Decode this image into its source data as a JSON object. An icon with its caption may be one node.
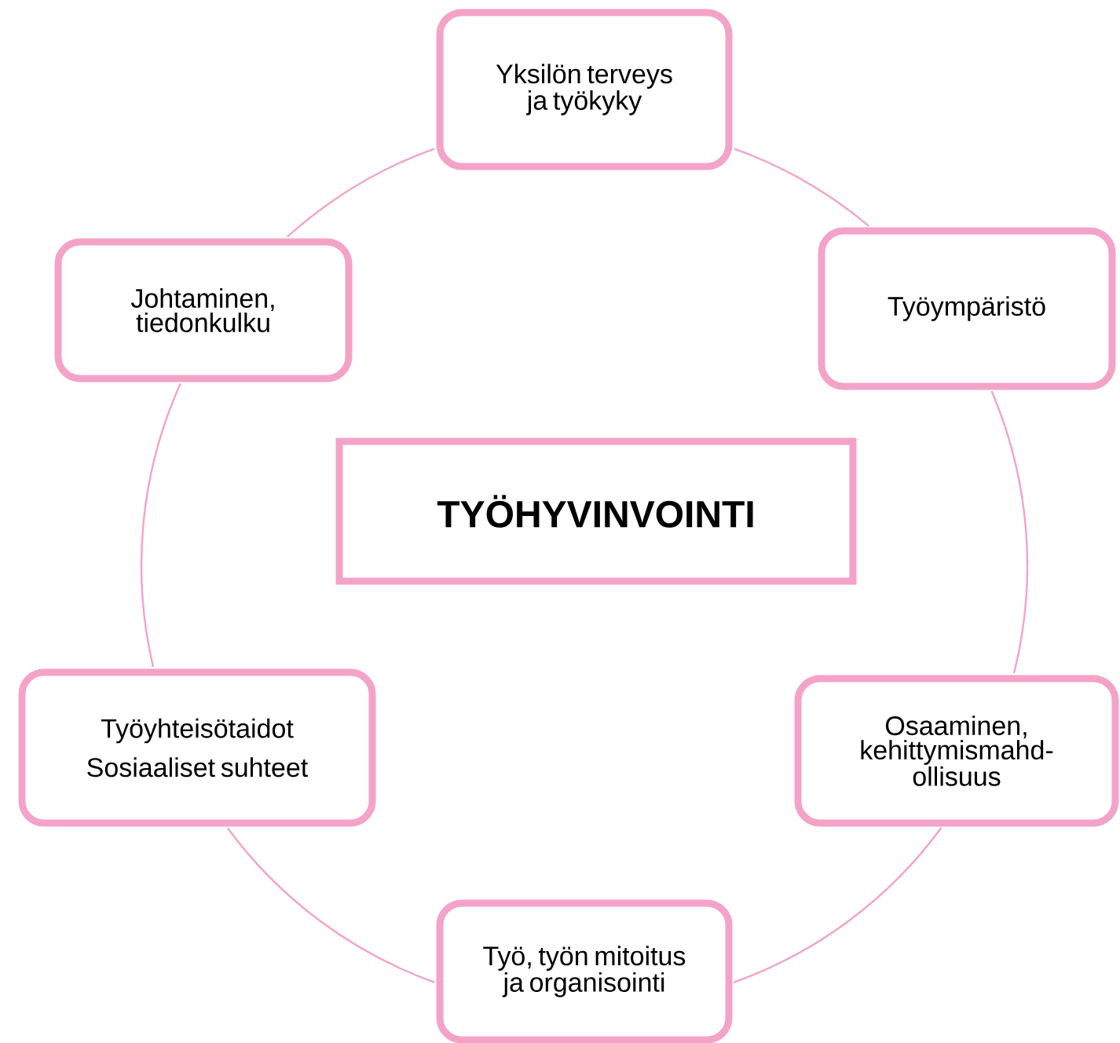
{
  "diagram": {
    "nodes": [
      {
        "text": [
          "TYÖHYVINVOINTI"
        ]
      },
      {
        "text": [
          "Yksilön terveys ja työkyky"
        ]
      },
      {
        "text": [
          "Työympäristö"
        ]
      },
      {
        "text": [
          "Osaaminen, kehittymismahd-ollisuus"
        ]
      },
      {
        "text": [
          "Työ, työn mitoitus ja organisointi"
        ]
      },
      {
        "text": [
          "Työyhteisötaidot",
          "Sosiaaliset suhteet"
        ]
      },
      {
        "text": [
          "Johtaminen, tiedonkulku"
        ]
      }
    ],
    "edges": [
      {
        "from": 1,
        "to": 2,
        "arrow": "none"
      },
      {
        "from": 2,
        "to": 3,
        "arrow": "none"
      },
      {
        "from": 3,
        "to": 4,
        "arrow": "none"
      },
      {
        "from": 4,
        "to": 5,
        "arrow": "none"
      },
      {
        "from": 5,
        "to": 6,
        "arrow": "none"
      },
      {
        "from": 6,
        "to": 1,
        "arrow": "none"
      }
    ]
  }
}
